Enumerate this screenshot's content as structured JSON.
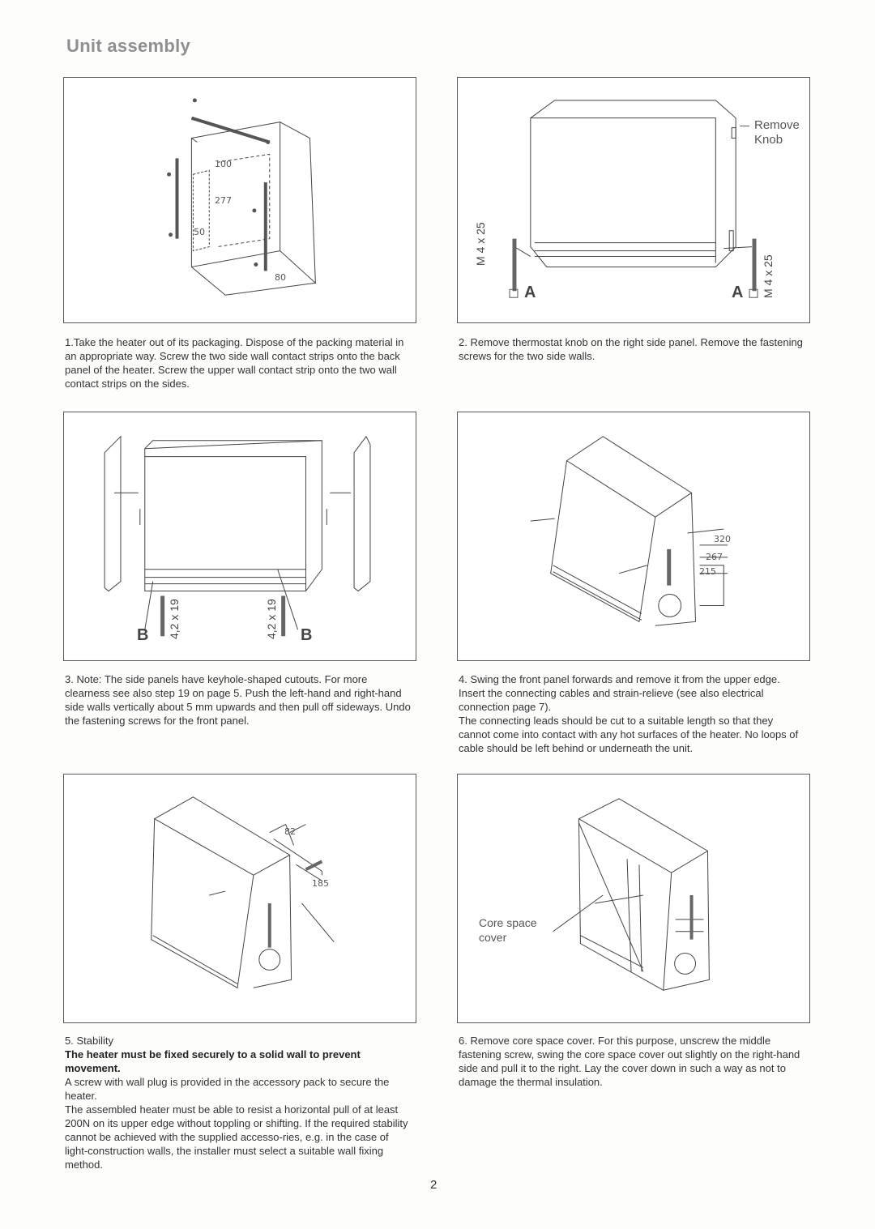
{
  "page": {
    "title": "Unit assembly",
    "page_number": "2"
  },
  "fig1": {
    "dims": [
      "100",
      "277",
      "50",
      "80"
    ],
    "caption": "1.Take the heater out of its packaging. Dispose of the packing material in an appropriate way. Screw the two side wall contact strips onto the back panel of the heater. Screw the upper wall contact strip onto the two wall contact strips on the sides."
  },
  "fig2": {
    "remove_label": "Remove",
    "knob_label": "Knob",
    "screw_left": "M 4 x 25",
    "screw_right": "M 4 x 25",
    "letter_left": "A",
    "letter_right": "A",
    "caption": "2. Remove thermostat knob on the right side panel. Remove the fastening screws for the two side walls."
  },
  "fig3": {
    "screw_left": "4,2 x 19",
    "screw_right": "4,2 x 19",
    "letter_left": "B",
    "letter_right": "B",
    "caption": "3. Note: The side panels have keyhole-shaped cutouts. For more clearness see also step 19 on page 5. Push the left-hand and right-hand side walls vertically about 5 mm upwards and then pull off sideways. Undo the fastening screws for the front panel."
  },
  "fig4": {
    "dims": [
      "320",
      "267",
      "215"
    ],
    "caption_lines": [
      "4. Swing the front panel forwards and remove it from the upper edge. Insert the connecting cables and strain-relieve (see also electrical connection page 7).",
      "The connecting leads should be cut to a suitable length so that they cannot come into contact with any hot surfaces of the heater. No loops of cable should be left behind or underneath the unit."
    ]
  },
  "fig5": {
    "dims": [
      "82",
      "185"
    ],
    "caption_heading": "5. Stability",
    "caption_bold": "The heater must be fixed securely to a solid wall to prevent movement.",
    "caption_lines": [
      "A screw with wall plug is provided in the accessory pack to secure the heater.",
      "The assembled heater must be able to resist a horizontal pull of at least 200N on its upper edge without toppling or shifting. If the required stability cannot be achieved with the supplied accesso-ries, e.g. in the case of light-construction walls, the installer must select a suitable wall fixing method."
    ]
  },
  "fig6": {
    "core_label_1": "Core space",
    "core_label_2": "cover",
    "caption": "6. Remove core space cover. For this purpose, unscrew the middle fastening screw, swing the core space cover out slightly on the right-hand side and pull it to the right. Lay the cover down in such a way as not to damage the thermal insulation."
  }
}
